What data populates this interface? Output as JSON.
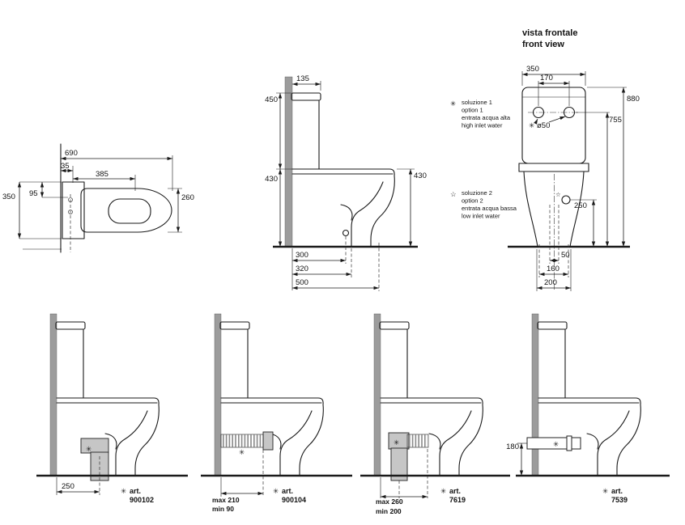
{
  "meta": {
    "line_color": "#1a1a1a",
    "wall_gray": "#9c9c9c",
    "pipe_gray": "#c6c6c6"
  },
  "plan_view": {
    "d_depth": "690",
    "d_offset": "35",
    "d_seat": "385",
    "d_width": "350",
    "d_inlet": "95",
    "d_seat_width": "260"
  },
  "side_view": {
    "d_top": "135",
    "d_tank": "450",
    "d_left": "430",
    "d_right": "430",
    "d_drain": "300",
    "d_outlet": "320",
    "d_front": "500"
  },
  "front_view": {
    "title1": "vista frontale",
    "title2": "front view",
    "d_width": "350",
    "d_holes": "170",
    "d_height": "880",
    "d_inlet_high": "755",
    "hole_mark": "✳",
    "d_hole_dia": "ø50",
    "d_inlet_low": "250",
    "d_50": "50",
    "d_160": "160",
    "d_200": "200",
    "note1_symbol": "✳",
    "note1_l1": "soluzione 1",
    "note1_l2": "option 1",
    "note1_l3": "entrata acqua alta",
    "note1_l4": "high inlet water",
    "note2_symbol": "☆",
    "note2_l1": "soluzione 2",
    "note2_l2": "option 2",
    "note2_l3": "entrata acqua bassa",
    "note2_l4": "low inlet water"
  },
  "variants": [
    {
      "marker": "✳",
      "dim": "250",
      "art_symbol": "✳",
      "art_label": "art.",
      "art_number": "900102"
    },
    {
      "marker": "✳",
      "dim_max": "max 210",
      "dim_min": "min 90",
      "art_symbol": "✳",
      "art_label": "art.",
      "art_number": "900104"
    },
    {
      "marker": "✳",
      "dim_max": "max 260",
      "dim_min": "min 200",
      "art_symbol": "✳",
      "art_label": "art.",
      "art_number": "7619"
    },
    {
      "marker": "✳",
      "dim": "180",
      "art_symbol": "✳",
      "art_label": "art.",
      "art_number": "7539"
    }
  ]
}
